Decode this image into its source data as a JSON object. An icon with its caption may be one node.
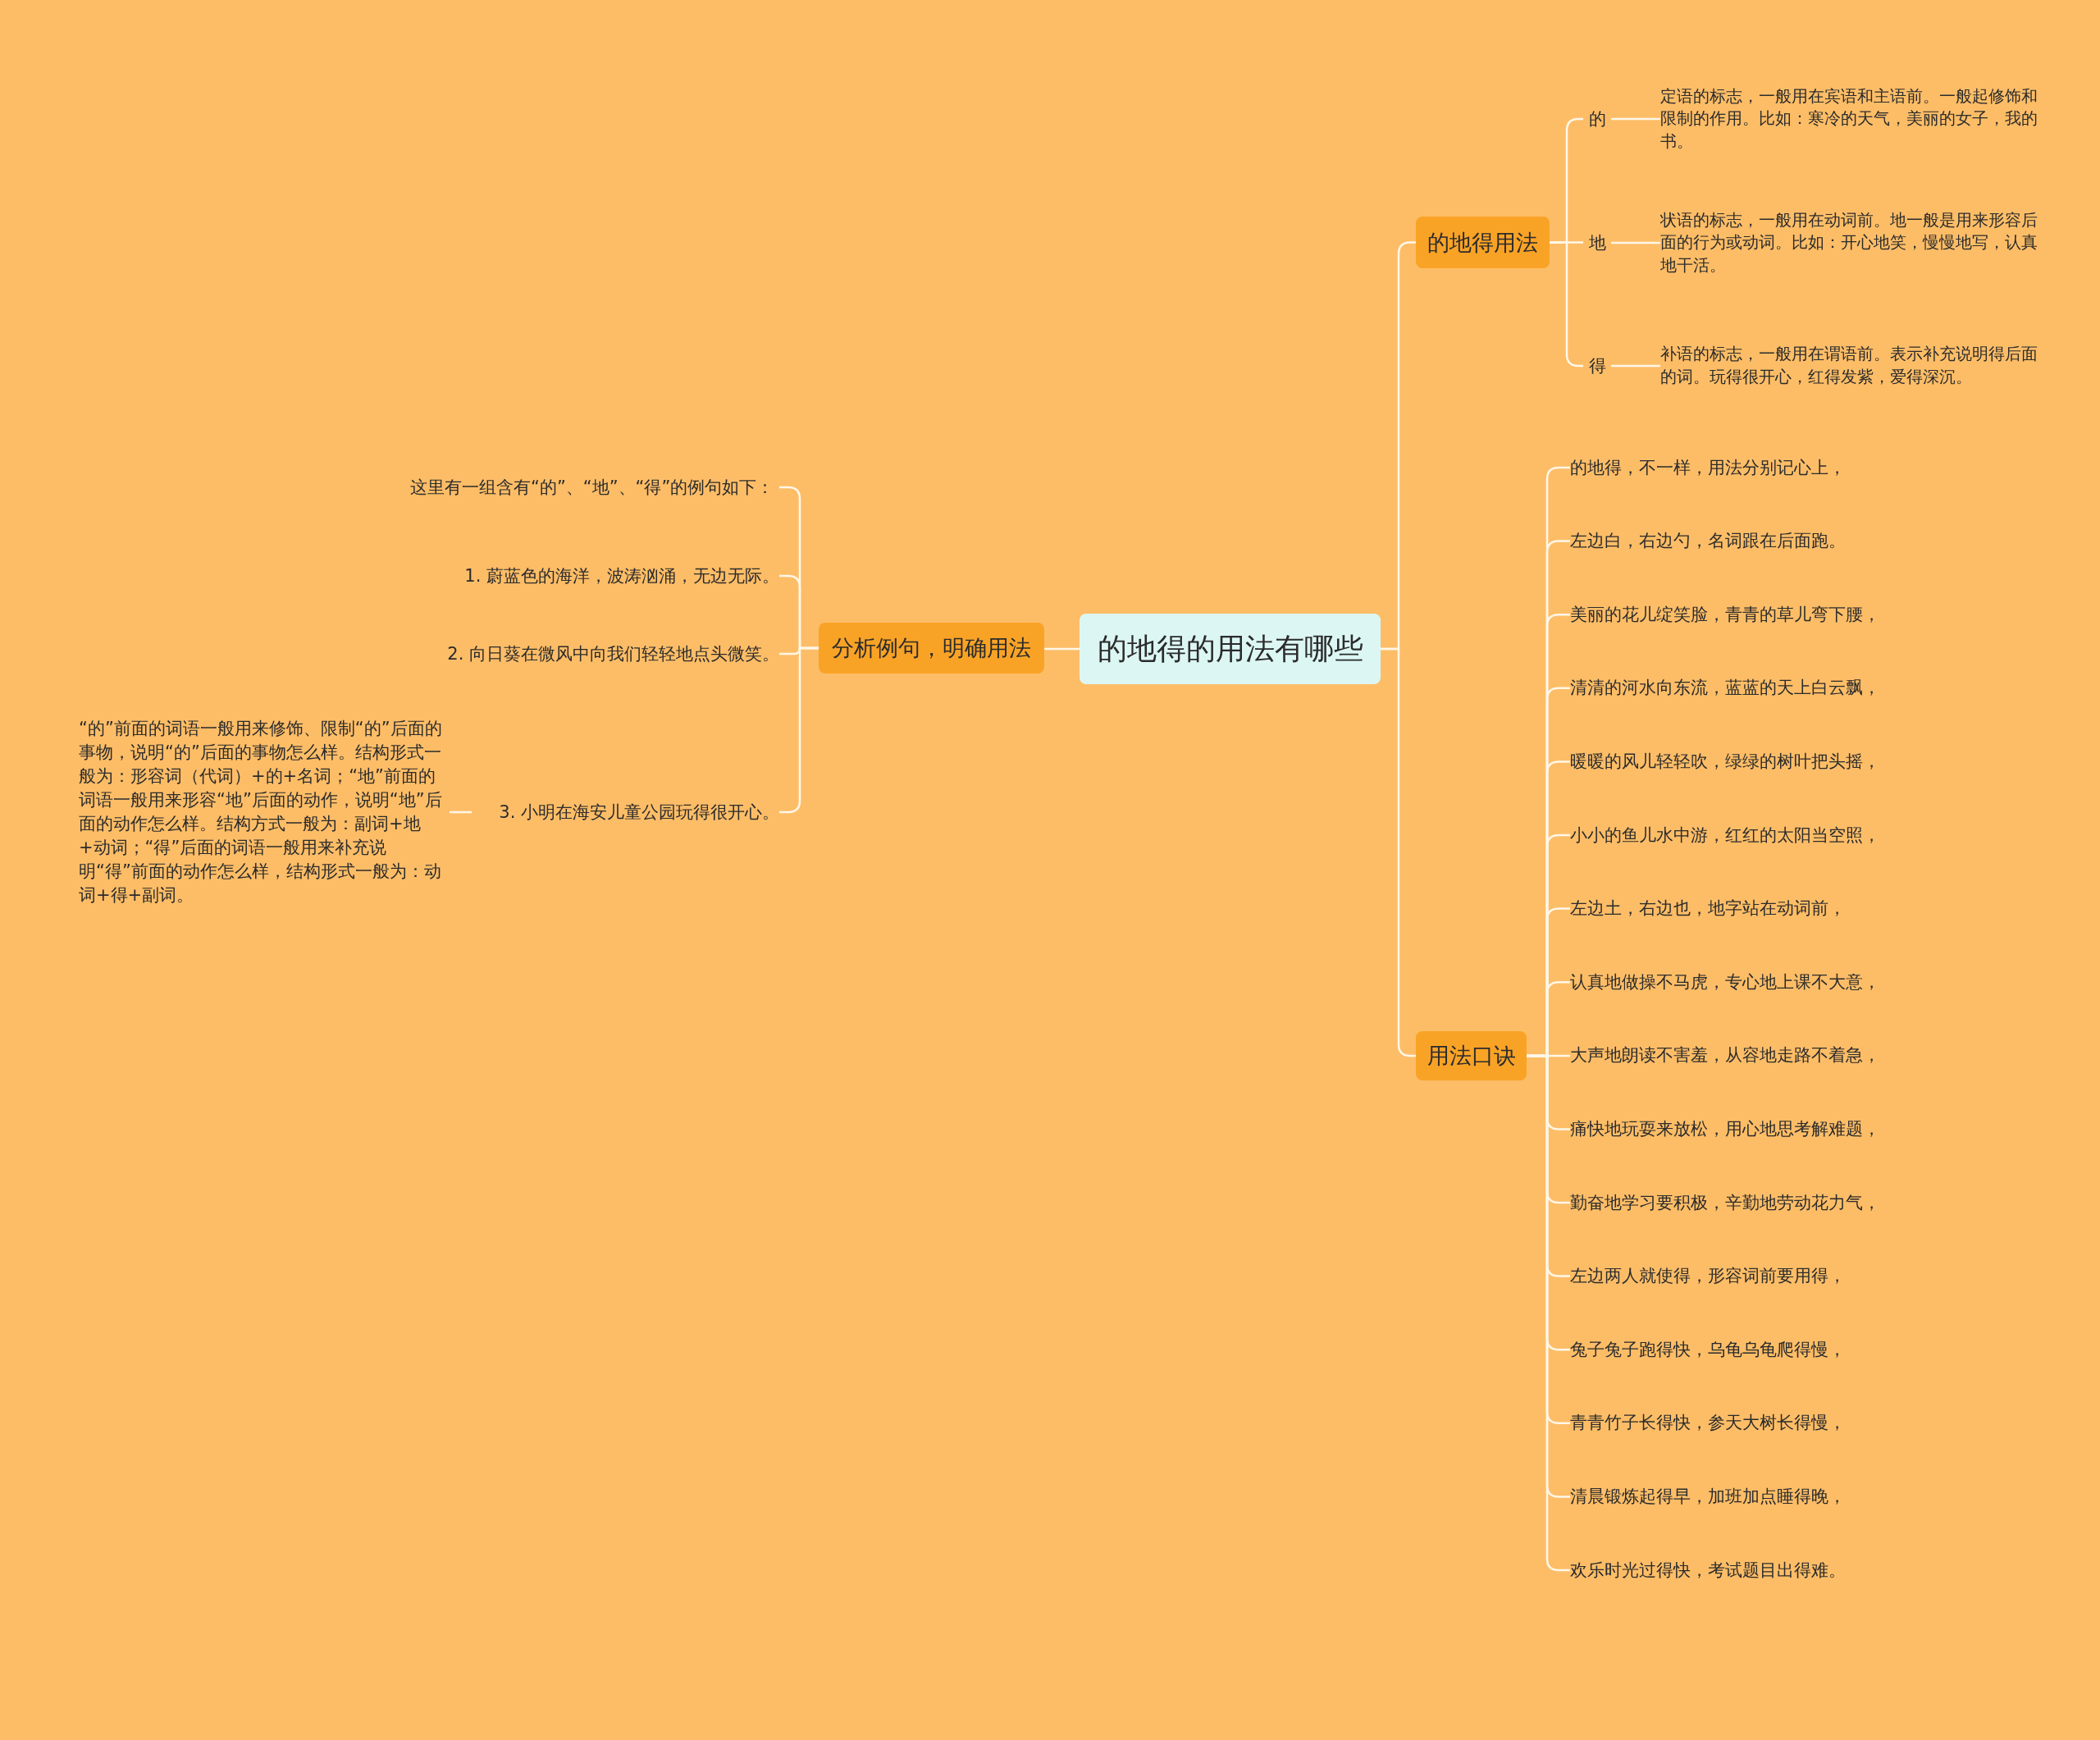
{
  "diagram": {
    "nodes": [
      {
        "text": [
          "的地得的用法有哪些"
        ]
      },
      {
        "text": [
          "的地得用法"
        ]
      },
      {
        "text": [
          "的"
        ]
      },
      {
        "text": [
          "定语的标志，一般用在宾语和主语前。一般起修饰和限制的作用。比如：寒冷的天气，美丽的女子，我的书。"
        ]
      },
      {
        "text": [
          "地"
        ]
      },
      {
        "text": [
          "状语的标志，一般用在动词前。地一般是用来形容后面的行为或动词。比如：开心地笑，慢慢地写，认真地干活。"
        ]
      },
      {
        "text": [
          "得"
        ]
      },
      {
        "text": [
          "补语的标志，一般用在谓语前。表示补充说明得后面的词。玩得很开心，红得发紫，爱得深沉。"
        ]
      },
      {
        "text": [
          "用法口诀"
        ]
      },
      {
        "text": [
          "的地得，不一样，用法分别记心上，"
        ]
      },
      {
        "text": [
          "左边白，右边勺，名词跟在后面跑。"
        ]
      },
      {
        "text": [
          "美丽的花儿绽笑脸，青青的草儿弯下腰，"
        ]
      },
      {
        "text": [
          "清清的河水向东流，蓝蓝的天上白云飘，"
        ]
      },
      {
        "text": [
          "暖暖的风儿轻轻吹，绿绿的树叶把头摇，"
        ]
      },
      {
        "text": [
          "小小的鱼儿水中游，红红的太阳当空照，"
        ]
      },
      {
        "text": [
          "左边土，右边也，地字站在动词前，"
        ]
      },
      {
        "text": [
          "认真地做操不马虎，专心地上课不大意，"
        ]
      },
      {
        "text": [
          "大声地朗读不害羞，从容地走路不着急，"
        ]
      },
      {
        "text": [
          "痛快地玩耍来放松，用心地思考解难题，"
        ]
      },
      {
        "text": [
          "勤奋地学习要积极，辛勤地劳动花力气，"
        ]
      },
      {
        "text": [
          "左边两人就使得，形容词前要用得，"
        ]
      },
      {
        "text": [
          "兔子兔子跑得快，乌龟乌龟爬得慢，"
        ]
      },
      {
        "text": [
          "青青竹子长得快，参天大树长得慢，"
        ]
      },
      {
        "text": [
          "清晨锻炼起得早，加班加点睡得晚，"
        ]
      },
      {
        "text": [
          "欢乐时光过得快，考试题目出得难。"
        ]
      },
      {
        "text": [
          "分析例句，明确用法"
        ]
      },
      {
        "text": [
          "这里有一组含有“的”、“地”、“得”的例句如下："
        ]
      },
      {
        "text": [
          "1. 蔚蓝色的海洋，波涛汹涌，无边无际。"
        ]
      },
      {
        "text": [
          "2. 向日葵在微风中向我们轻轻地点头微笑。"
        ]
      },
      {
        "text": [
          "3. 小明在海安儿童公园玩得很开心。"
        ]
      },
      {
        "text": [
          "“的”前面的词语一般用来修饰、限制“的”后面的事物，说明“的”后面的事物怎么样。结构形式一般为：形容词（代词）+的+名词；“地”前面的词语一般用来形容“地”后面的动作，说明“地”后面的动作怎么样。结构方式一般为：副词+地+动词；“得”后面的词语一般用来补充说明“得”前面的动作怎么样，结构形式一般为：动词+得+副词。"
        ]
      }
    ],
    "edges": [
      {
        "from": 0,
        "to": 1,
        "arrow": "none"
      },
      {
        "from": 1,
        "to": 2,
        "arrow": "none"
      },
      {
        "from": 2,
        "to": 3,
        "arrow": "none"
      },
      {
        "from": 1,
        "to": 4,
        "arrow": "none"
      },
      {
        "from": 4,
        "to": 5,
        "arrow": "none"
      },
      {
        "from": 1,
        "to": 6,
        "arrow": "none"
      },
      {
        "from": 6,
        "to": 7,
        "arrow": "none"
      },
      {
        "from": 0,
        "to": 8,
        "arrow": "none"
      },
      {
        "from": 8,
        "to": 9,
        "arrow": "none"
      },
      {
        "from": 8,
        "to": 10,
        "arrow": "none"
      },
      {
        "from": 8,
        "to": 11,
        "arrow": "none"
      },
      {
        "from": 8,
        "to": 12,
        "arrow": "none"
      },
      {
        "from": 8,
        "to": 13,
        "arrow": "none"
      },
      {
        "from": 8,
        "to": 14,
        "arrow": "none"
      },
      {
        "from": 8,
        "to": 15,
        "arrow": "none"
      },
      {
        "from": 8,
        "to": 16,
        "arrow": "none"
      },
      {
        "from": 8,
        "to": 17,
        "arrow": "none"
      },
      {
        "from": 8,
        "to": 18,
        "arrow": "none"
      },
      {
        "from": 8,
        "to": 19,
        "arrow": "none"
      },
      {
        "from": 8,
        "to": 20,
        "arrow": "none"
      },
      {
        "from": 8,
        "to": 21,
        "arrow": "none"
      },
      {
        "from": 8,
        "to": 22,
        "arrow": "none"
      },
      {
        "from": 8,
        "to": 23,
        "arrow": "none"
      },
      {
        "from": 8,
        "to": 24,
        "arrow": "none"
      },
      {
        "from": 0,
        "to": 25,
        "arrow": "none"
      },
      {
        "from": 25,
        "to": 26,
        "arrow": "none"
      },
      {
        "from": 25,
        "to": 27,
        "arrow": "none"
      },
      {
        "from": 25,
        "to": 28,
        "arrow": "none"
      },
      {
        "from": 25,
        "to": 29,
        "arrow": "none"
      },
      {
        "from": 29,
        "to": 30,
        "arrow": "none"
      }
    ]
  }
}
